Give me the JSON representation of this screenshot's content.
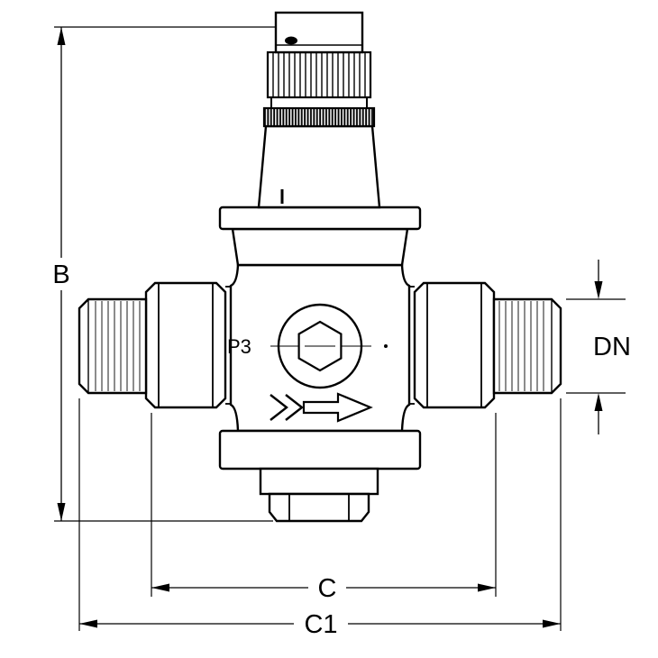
{
  "drawing": {
    "subject": "Pressure reducing valve - dimensional technical drawing",
    "body_marking": "P3",
    "flow_direction": "right",
    "dimension_labels": {
      "overall_height": "B",
      "nominal_diameter": "DN",
      "width_across_union_nuts": "C",
      "overall_length": "C1"
    },
    "colors": {
      "line": "#000000",
      "background": "#ffffff"
    }
  }
}
